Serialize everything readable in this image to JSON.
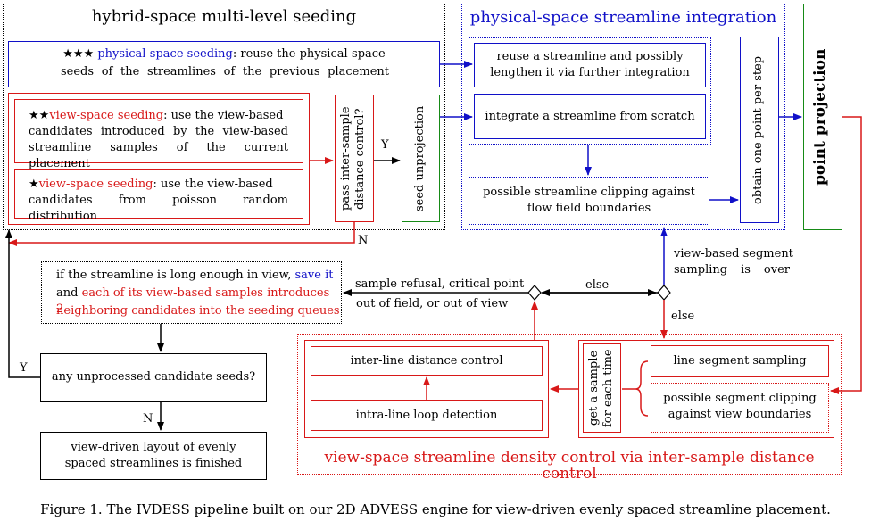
{
  "groups": {
    "hybrid_title": "hybrid-space multi-level seeding",
    "physical_title": "physical-space streamline integration",
    "density_title": "view-space streamline density control via inter-sample distance control"
  },
  "seeding": {
    "physical_stars": "★★★",
    "physical_label": "physical-space seeding",
    "physical_text_1": ": reuse the physical-space",
    "physical_text_2": "seeds of the streamlines of the previous placement",
    "view2_stars": "★★",
    "view2_label": "view-space seeding",
    "view2_text_1": ": use the view-based",
    "view2_text_2": "candidates introduced by the view-based",
    "view2_text_3": "streamline samples of the current placement",
    "view1_stars": "★",
    "view1_label": "view-space seeding",
    "view1_text_1": ": use the view-based",
    "view1_text_2": "candidates from poisson random distribution",
    "pass_check": "pass inter-sample distance control?",
    "seed_unprojection": "seed unprojection",
    "yes": "Y",
    "no": "N"
  },
  "integration": {
    "reuse": "reuse a streamline and possibly lengthen it via further integration",
    "scratch": "integrate a streamline from scratch",
    "clipping": "possible streamline clipping against flow field boundaries",
    "obtain_point": "obtain one point per step",
    "point_projection": "point projection"
  },
  "decisions": {
    "over": "view-based segment sampling is over",
    "else_right": "else",
    "else_down": "else",
    "refusal_1": "sample refusal, critical point",
    "refusal_2": "out of field, or out of view"
  },
  "save_box": {
    "line1_a": "if the streamline is long enough in view,",
    "line1_b": "save it",
    "line2_a": "and",
    "line2_b": "each of its view-based samples introduces 2",
    "line3": "neighboring candidates into the seeding queues"
  },
  "candidates": {
    "question": "any unprocessed candidate seeds?",
    "yes": "Y",
    "no": "N",
    "finished": "view-driven layout of evenly spaced streamlines is finished"
  },
  "density": {
    "inter_line": "inter-line distance control",
    "intra_line": "intra-line loop detection",
    "get_sample": "get a sample for each time",
    "segment_sampling": "line segment sampling",
    "segment_clipping": "possible segment clipping against view boundaries"
  },
  "caption": "Figure 1. The IVDESS pipeline built on our 2D ADVESS engine for view-driven evenly spaced streamline placement.",
  "colors": {
    "blue": "#1010c8",
    "red": "#d81818",
    "green": "#168a16",
    "black": "#000000"
  }
}
